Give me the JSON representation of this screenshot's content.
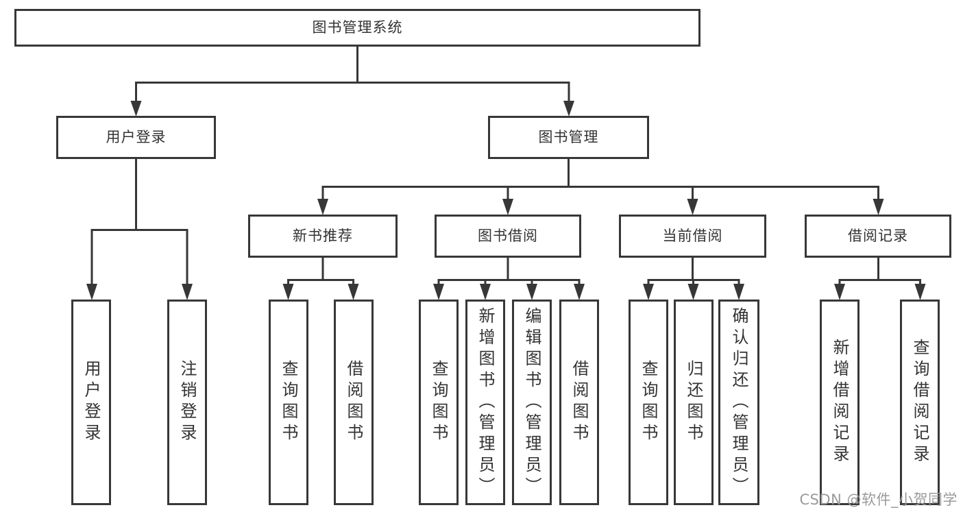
{
  "diagram_title": "图书管理系统",
  "nodes": {
    "root": "图书管理系统",
    "level2": [
      "用户登录",
      "图书管理"
    ],
    "level3": [
      "新书推荐",
      "图书借阅",
      "当前借阅",
      "借阅记录"
    ],
    "leaves_user": [
      "用户登录",
      "注销登录"
    ],
    "leaves_newbook": [
      "查询图书",
      "借阅图书"
    ],
    "leaves_borrow": [
      "查询图书",
      "新增图书（管理员）",
      "编辑图书（管理员）",
      "借阅图书"
    ],
    "leaves_current": [
      "查询图书",
      "归还图书",
      "确认归还（管理员）"
    ],
    "leaves_record": [
      "新增借阅记录",
      "查询借阅记录"
    ]
  },
  "watermark": {
    "text": "CSDN @软件_小贺同学"
  },
  "colors": {
    "line": "#373737",
    "box_border": "#373737",
    "box_background": "#ffffff",
    "text": "#333333",
    "watermark": "#9a9a9a",
    "page_background": "#ffffff"
  }
}
